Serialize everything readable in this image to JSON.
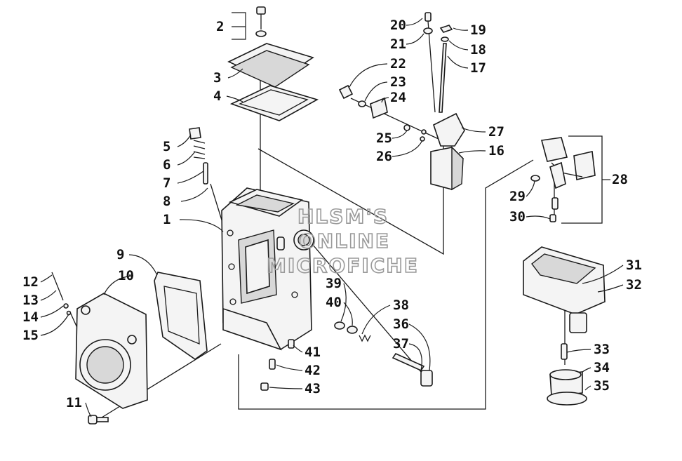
{
  "watermark": {
    "line1": "HLSM'S",
    "line2": "ONLINE",
    "line3": "MICROFICHE"
  },
  "callouts": [
    "1",
    "2",
    "3",
    "4",
    "5",
    "6",
    "7",
    "8",
    "9",
    "10",
    "11",
    "12",
    "13",
    "14",
    "15",
    "16",
    "17",
    "18",
    "19",
    "20",
    "21",
    "22",
    "23",
    "24",
    "25",
    "26",
    "27",
    "28",
    "29",
    "30",
    "31",
    "32",
    "33",
    "34",
    "35",
    "36",
    "37",
    "38",
    "39",
    "40",
    "41",
    "42",
    "43"
  ]
}
